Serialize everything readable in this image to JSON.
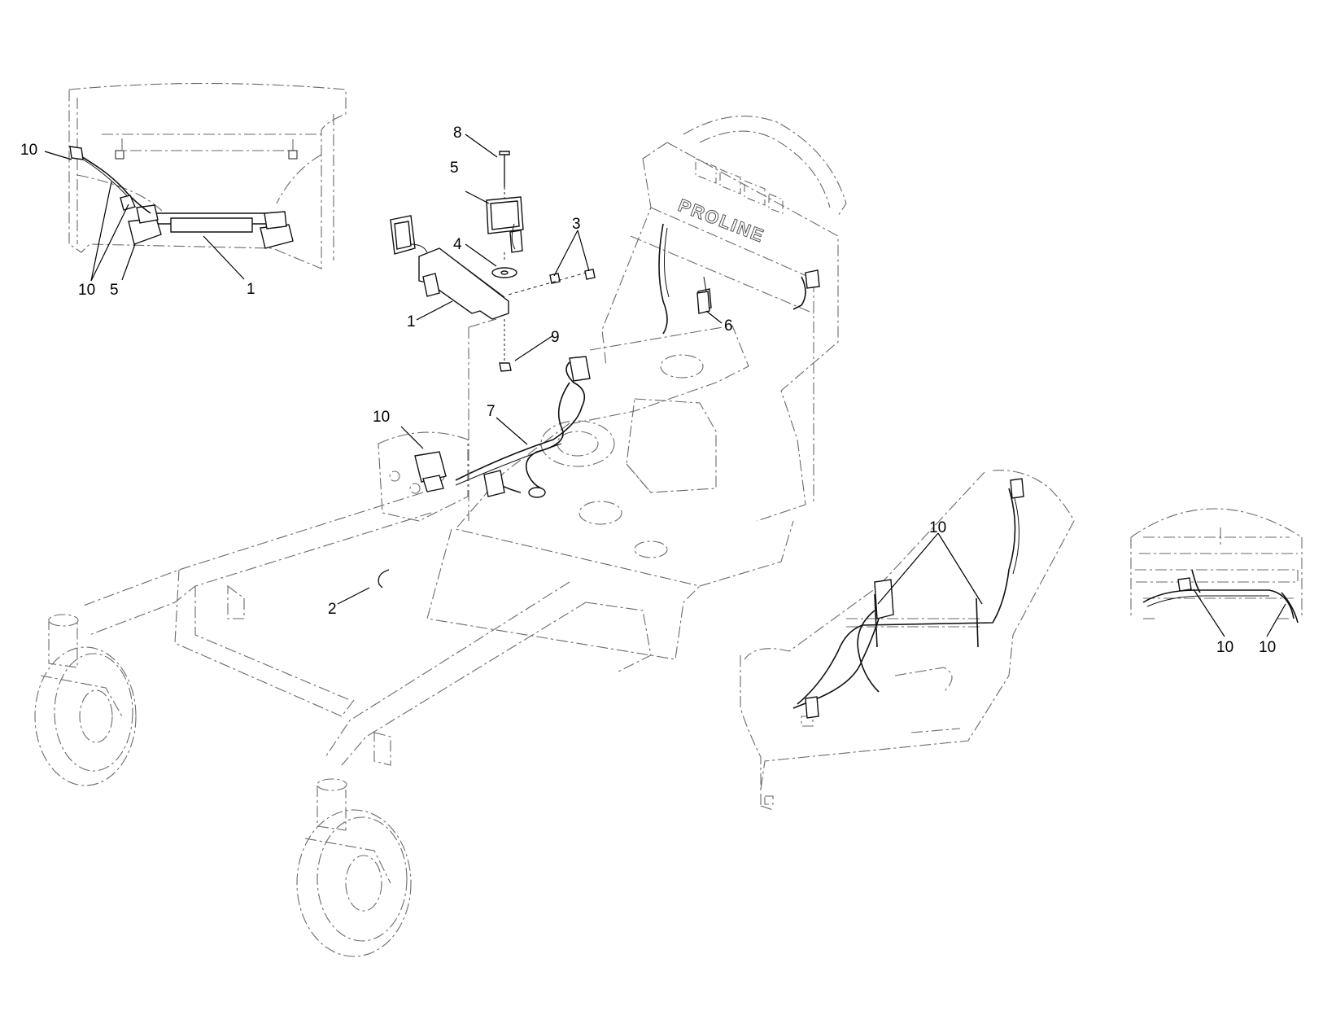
{
  "brand_label": "PROLINE",
  "callouts": {
    "c1_top": "1",
    "c1_inset": "1",
    "c2": "2",
    "c3": "3",
    "c4": "4",
    "c5_top": "5",
    "c5_inset": "5",
    "c6": "6",
    "c7": "7",
    "c8": "8",
    "c9": "9",
    "c10_inset_top": "10",
    "c10_inset_bottom": "10",
    "c10_main": "10",
    "c10_right_inset": "10",
    "c10_far_right_a": "10",
    "c10_far_right_b": "10"
  }
}
